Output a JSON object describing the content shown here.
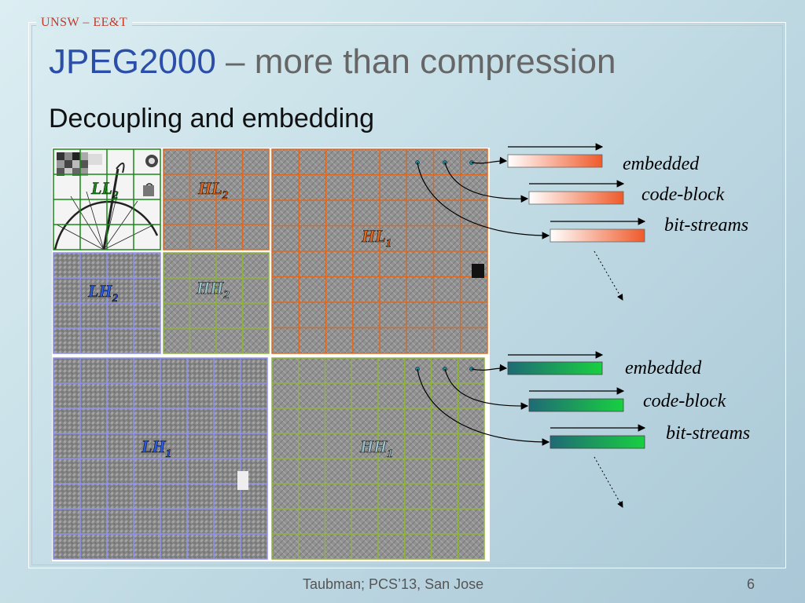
{
  "header": {
    "org": "UNSW – EE&T"
  },
  "slide": {
    "title_main": "JPEG2000",
    "title_rest": " – more than compression",
    "subtitle": "Decoupling and embedding"
  },
  "subbands": {
    "ll2": {
      "name": "LL",
      "sub": "2"
    },
    "hl2": {
      "name": "HL",
      "sub": "2"
    },
    "lh2": {
      "name": "LH",
      "sub": "2"
    },
    "hh2": {
      "name": "HH",
      "sub": "2"
    },
    "hl1": {
      "name": "HL",
      "sub": "1"
    },
    "lh1": {
      "name": "LH",
      "sub": "1"
    },
    "hh1": {
      "name": "HH",
      "sub": "1"
    }
  },
  "annotations_top": [
    "embedded",
    "code-block",
    "bit-streams"
  ],
  "annotations_bottom": [
    "embedded",
    "code-block",
    "bit-streams"
  ],
  "colors": {
    "ll": "#1a8a1a",
    "hl": "#e0681e",
    "lh": "#8d92f0",
    "hh": "#8fb43a",
    "bar_top": "#ef5a2a",
    "bar_bottom": "#18d040",
    "bar_bottom_start": "#1f6a76"
  },
  "footer": {
    "text": "Taubman; PCS’13, San Jose",
    "page": "6"
  }
}
